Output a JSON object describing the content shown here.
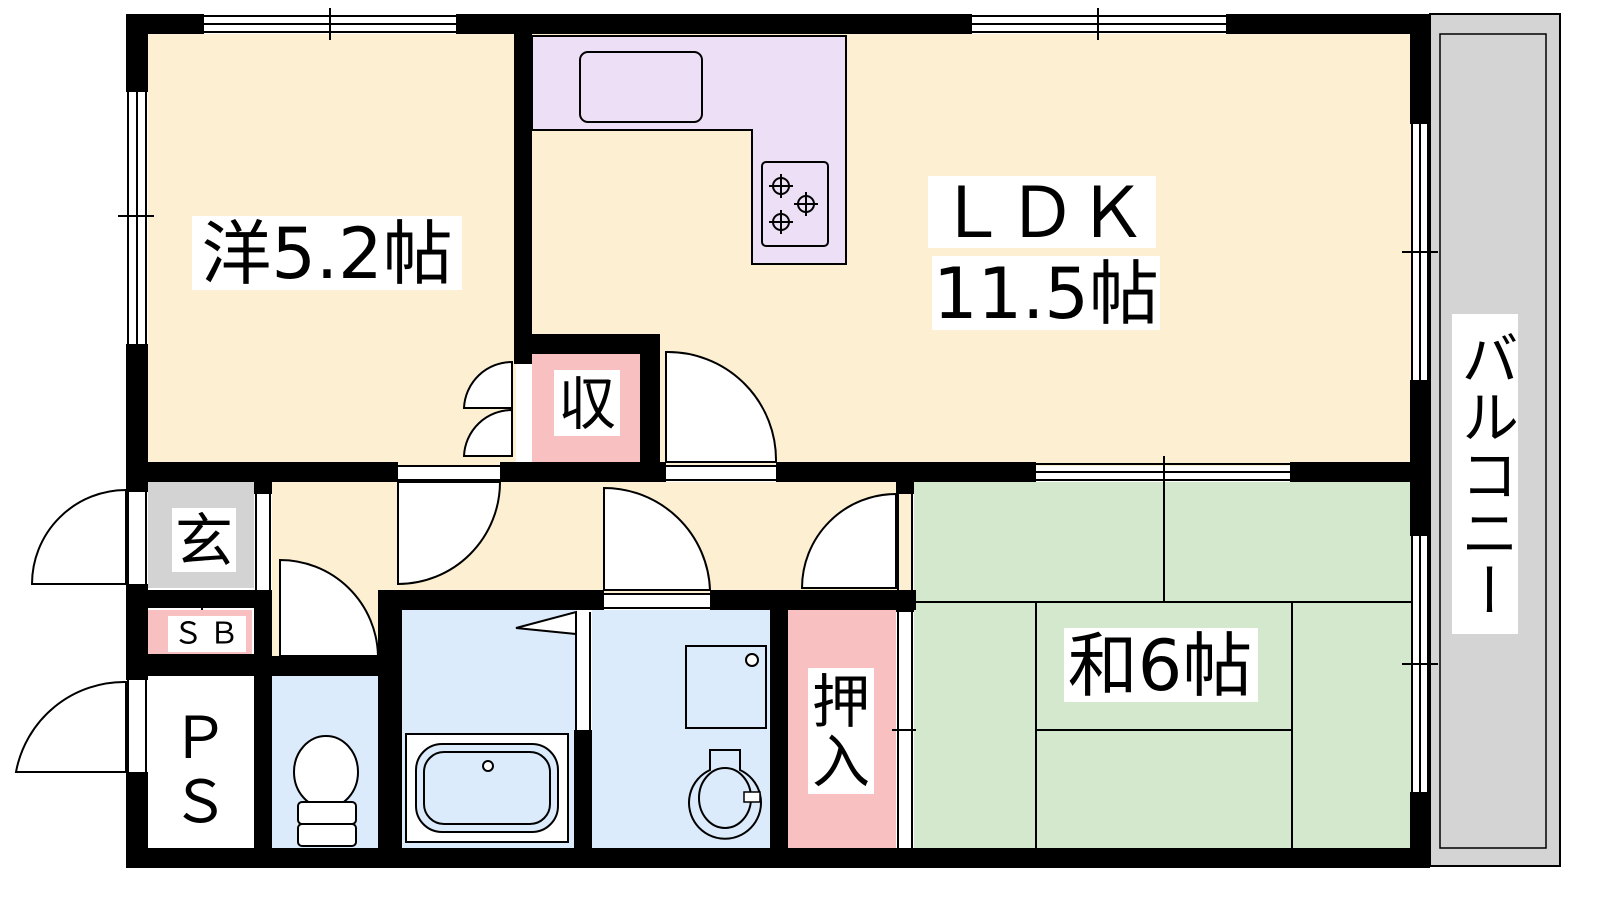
{
  "rooms": {
    "western": {
      "label": "洋5.2帖"
    },
    "ldk": {
      "label": "ＬＤＫ",
      "size": "11.5帖"
    },
    "storage": {
      "label": "収"
    },
    "entrance": {
      "label": "玄"
    },
    "shoe_box": {
      "label": "ＳＢ"
    },
    "pipe_space": {
      "label": "Ｐ",
      "label2": "Ｓ"
    },
    "closet": {
      "label": "押",
      "label2": "入"
    },
    "japanese": {
      "label": "和6帖"
    },
    "balcony": {
      "label": "バルコニー"
    }
  },
  "colors": {
    "western_floor": "#fdf0d2",
    "kitchen": "#ecdff6",
    "storage": "#f8c0c0",
    "entrance": "#d3d3d3",
    "bath": "#dbebfb",
    "tatami": "#d3e8cc",
    "balcony": "#d4d4d4"
  }
}
